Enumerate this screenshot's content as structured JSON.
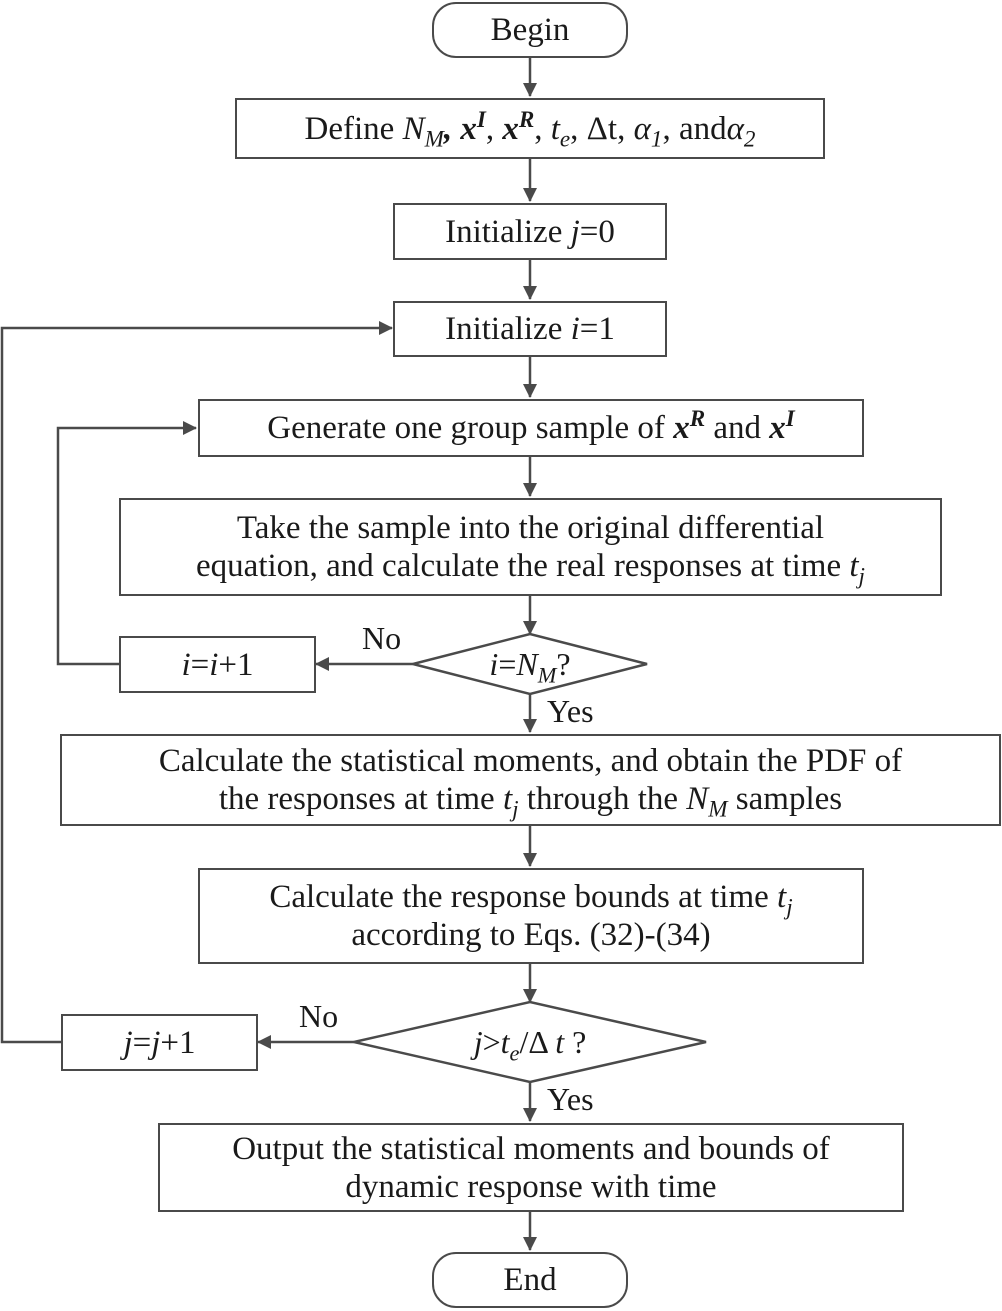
{
  "nodes": {
    "begin": "Begin",
    "define": {
      "prefix": "Define ",
      "nm": "N",
      "nm_sub": "M",
      "sep1": ", ",
      "xi": "x",
      "xi_sup": "I",
      "sep2": ", ",
      "xr": "x",
      "xr_sup": "R",
      "sep3": ", ",
      "te": "t",
      "te_sub": "e",
      "sep4": ", ",
      "dt": "Δt",
      "sep5": ", ",
      "a1": "α",
      "a1_sub": "1",
      "sep6": ", and",
      "a2": "α",
      "a2_sub": "2"
    },
    "init_j": {
      "prefix": "Initialize ",
      "var": "j",
      "suffix": "=0"
    },
    "init_i": {
      "prefix": "Initialize ",
      "var": "i",
      "suffix": "=1"
    },
    "generate": {
      "prefix": "Generate one group sample of ",
      "xr": "x",
      "xr_sup": "R",
      "mid": " and ",
      "xi": "x",
      "xi_sup": "I"
    },
    "take": {
      "line1": "Take the sample into the original differential",
      "line2": "equation, and calculate the real responses at time ",
      "t": "t",
      "t_sub": "j"
    },
    "dec_i": {
      "i": "i",
      "eq": "=",
      "n": "N",
      "n_sub": "M",
      "q": "?"
    },
    "inc_i": {
      "i1": "i",
      "eq": "=",
      "i2": "i",
      "plus": "+1"
    },
    "moments": {
      "line1": "Calculate the statistical moments, and obtain the PDF of",
      "line2a": "the responses at time ",
      "t": "t",
      "t_sub": "j",
      "line2b": " through the ",
      "n": "N",
      "n_sub": "M",
      "line2c": " samples"
    },
    "bounds": {
      "line1": "Calculate the response bounds at time ",
      "t": "t",
      "t_sub": "j",
      "line2": "according to Eqs. (32)-(34)"
    },
    "dec_j": {
      "j": "j",
      "gt": ">",
      "t": "t",
      "t_sub": "e",
      "slash": "/Δ ",
      "t2": "t",
      "q": " ?"
    },
    "inc_j": {
      "j1": "j",
      "eq": "=",
      "j2": "j",
      "plus": "+1"
    },
    "output": {
      "line1": "Output the statistical moments and bounds of",
      "line2": "dynamic response with time"
    },
    "end": "End"
  },
  "edge_labels": {
    "no_i": "No",
    "yes_i": "Yes",
    "no_j": "No",
    "yes_j": "Yes"
  },
  "colors": {
    "stroke": "#4a4a4a",
    "text": "#1a1a1a"
  }
}
